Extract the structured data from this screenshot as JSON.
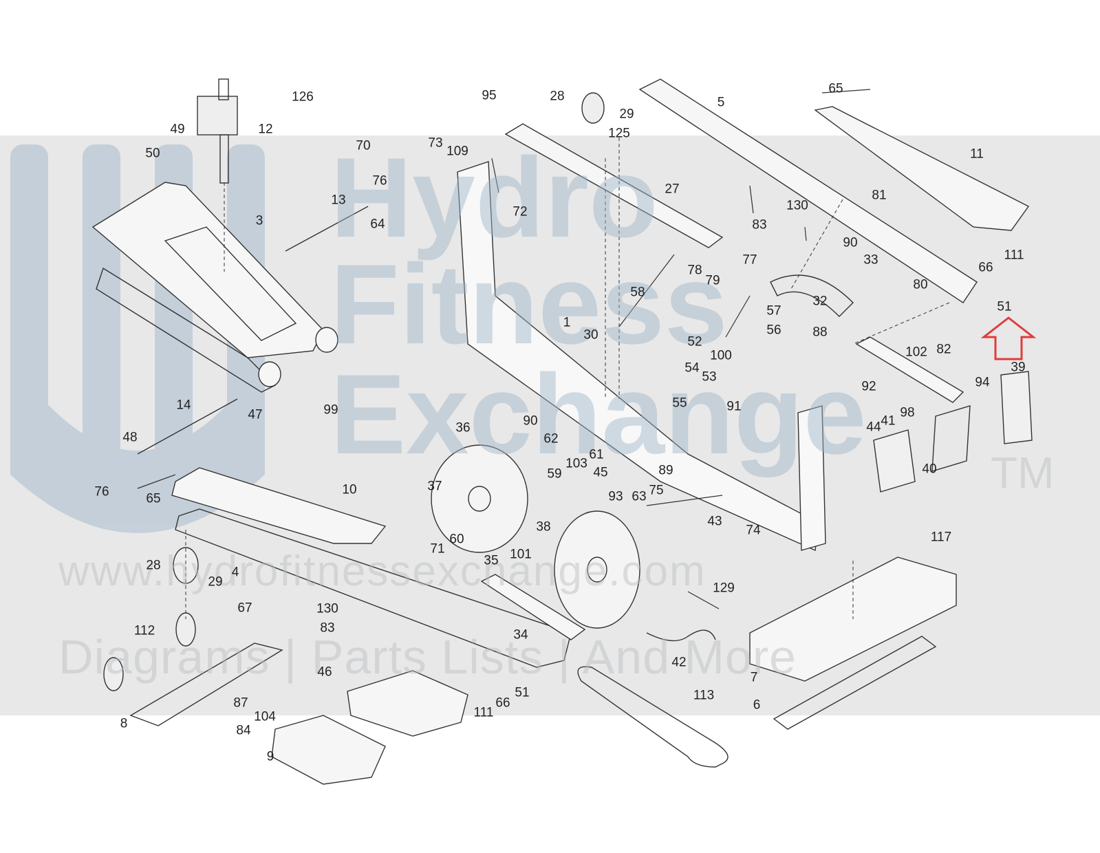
{
  "watermark": {
    "brand_line1": "Hydro",
    "brand_line2": "Fitness",
    "brand_line3": "Exchange",
    "trademark": "TM",
    "url": "www.hydrofitnessexchange.com",
    "tagline": "Diagrams | Parts Lists | And More",
    "band_color": "#e6e6e6",
    "logo_color": "#9fb4c8"
  },
  "highlight_arrow": {
    "color": "#e23b3b",
    "points_to_part": "51"
  },
  "part_labels": [
    "126",
    "12",
    "49",
    "50",
    "3",
    "13",
    "76",
    "64",
    "70",
    "73",
    "109",
    "72",
    "95",
    "28",
    "29",
    "125",
    "27",
    "5",
    "65",
    "11",
    "81",
    "130",
    "83",
    "90",
    "33",
    "80",
    "77",
    "78",
    "79",
    "32",
    "57",
    "56",
    "52",
    "100",
    "88",
    "51",
    "66",
    "111",
    "102",
    "82",
    "39",
    "94",
    "92",
    "44",
    "41",
    "40",
    "98",
    "14",
    "48",
    "65",
    "76",
    "10",
    "47",
    "99",
    "36",
    "90",
    "62",
    "61",
    "59",
    "103",
    "37",
    "71",
    "60",
    "45",
    "89",
    "93",
    "63",
    "75",
    "43",
    "74",
    "117",
    "38",
    "101",
    "35",
    "34",
    "4",
    "28",
    "29",
    "130",
    "83",
    "67",
    "112",
    "8",
    "87",
    "104",
    "84",
    "46",
    "9",
    "111",
    "66",
    "51",
    "113",
    "129",
    "42",
    "7",
    "6",
    "1",
    "30",
    "53",
    "54",
    "55",
    "91",
    "58"
  ]
}
